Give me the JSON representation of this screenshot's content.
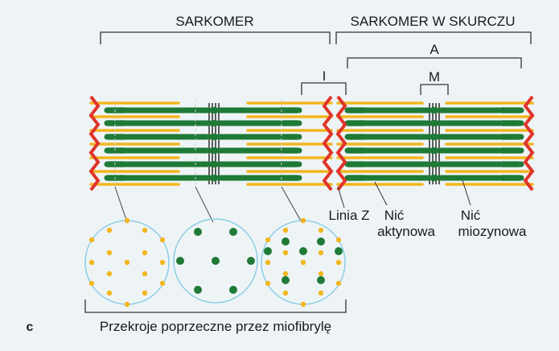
{
  "labels": {
    "sarcomere": "SARKOMER",
    "sarcomere_contracted": "SARKOMER W SKURCZU",
    "band_a": "A",
    "band_i": "I",
    "band_m": "M",
    "z_line": "Linia Z",
    "actin_line1": "Nić",
    "actin_line2": "aktynowa",
    "myosin_line1": "Nić",
    "myosin_line2": "miozynowa",
    "cross_sections": "Przekroje poprzeczne przez miofibrylę",
    "panel_letter": "c"
  },
  "colors": {
    "background": "#eef4f6",
    "actin": "#f2b61f",
    "myosin": "#1e7a36",
    "z_line": "#e0342a",
    "circle_outline": "#8ccde6",
    "bracket": "#333333"
  }
}
